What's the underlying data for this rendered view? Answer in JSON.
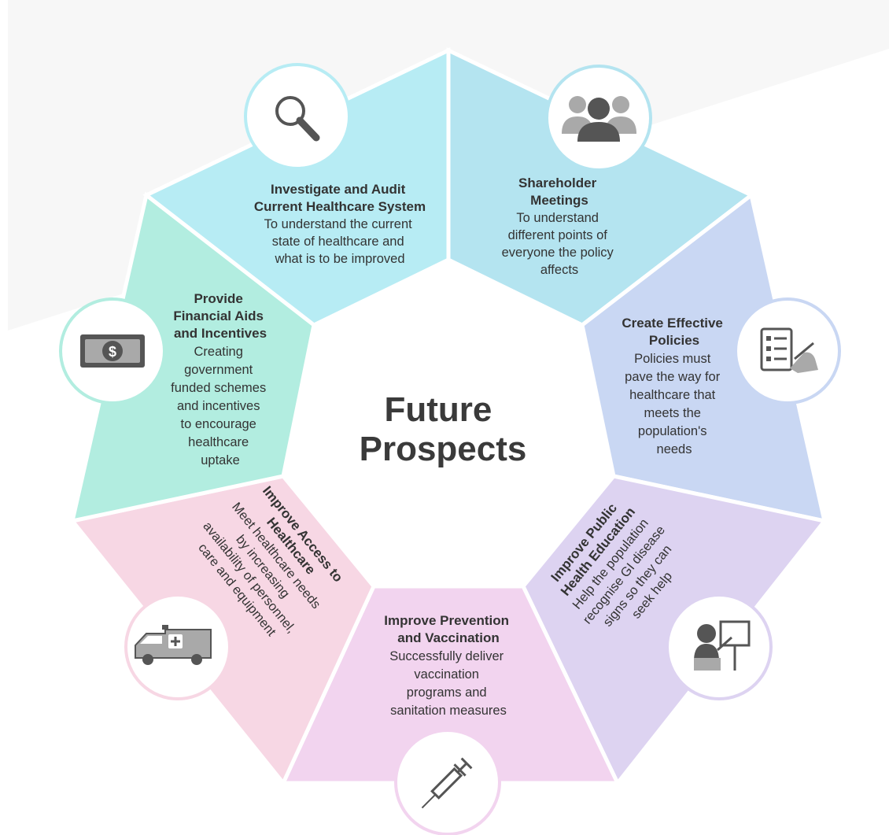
{
  "center": {
    "line1": "Future",
    "line2": "Prospects"
  },
  "segments": [
    {
      "id": "investigate",
      "title": [
        "Investigate and Audit",
        "Current Healthcare System"
      ],
      "body": [
        "To understand the current",
        "state of healthcare and",
        "what is to be improved"
      ],
      "color": "#b7ecf4",
      "icon": "magnifying-glass-icon"
    },
    {
      "id": "shareholder",
      "title": [
        "Shareholder",
        "Meetings"
      ],
      "body": [
        "To understand",
        "different points of",
        "everyone the policy",
        "affects"
      ],
      "color": "#b4e4f0",
      "icon": "people-group-icon"
    },
    {
      "id": "policies",
      "title": [
        "Create Effective",
        "Policies"
      ],
      "body": [
        "Policies must",
        "pave the way for",
        "healthcare that",
        "meets the",
        "population's",
        "needs"
      ],
      "color": "#c9d7f3",
      "icon": "clipboard-checklist-icon"
    },
    {
      "id": "education",
      "title": [
        "Improve Public",
        "Health Education"
      ],
      "body": [
        "Help the population",
        "recognise GI disease",
        "signs so they can",
        "seek help"
      ],
      "color": "#ddd3f1",
      "icon": "presenter-board-icon"
    },
    {
      "id": "prevention",
      "title": [
        "Improve Prevention",
        "and Vaccination"
      ],
      "body": [
        "Successfully deliver",
        "vaccination",
        "programs and",
        "sanitation measures"
      ],
      "color": "#f2d4ef",
      "icon": "syringe-icon"
    },
    {
      "id": "access",
      "title": [
        "Improve Access to",
        "Healthcare"
      ],
      "body": [
        "Meet healthcare needs",
        "by increasing",
        "availability of personnel,",
        "care and equipment"
      ],
      "color": "#f7d7e4",
      "icon": "ambulance-icon"
    },
    {
      "id": "financial",
      "title": [
        "Provide",
        "Financial Aids",
        "and Incentives"
      ],
      "body": [
        "Creating",
        "government",
        "funded schemes",
        "and incentives",
        "to encourage",
        "healthcare",
        "uptake"
      ],
      "color": "#b2ede0",
      "icon": "money-bill-icon"
    }
  ]
}
